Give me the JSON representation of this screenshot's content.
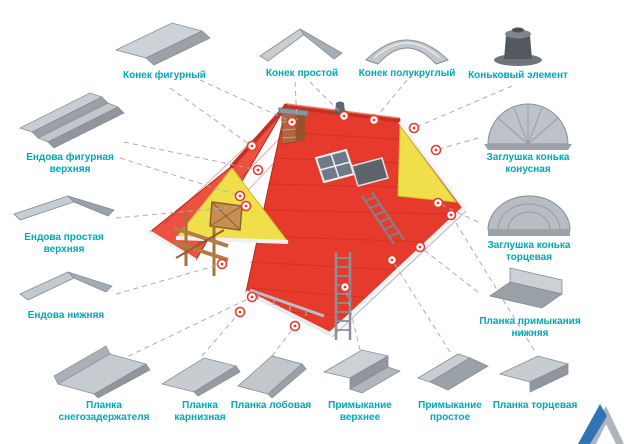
{
  "items": [
    {
      "id": "konek-figurny",
      "label": "Конек фигурный"
    },
    {
      "id": "konek-prostoy",
      "label": "Конек простой"
    },
    {
      "id": "konek-polukrugly",
      "label": "Конек полукруглый"
    },
    {
      "id": "konkovy-element",
      "label": "Коньковый элемент"
    },
    {
      "id": "endova-figurnaya-verhnyaya",
      "label": "Ендова фигурная верхняя"
    },
    {
      "id": "endova-prostaya-verhnyaya",
      "label": "Ендова простая верхняя"
    },
    {
      "id": "endova-nizhnyaya",
      "label": "Ендова нижняя"
    },
    {
      "id": "zaglushka-konka-konusnaya",
      "label": "Заглушка конька конусная"
    },
    {
      "id": "zaglushka-konka-tortsevaya",
      "label": "Заглушка конька торцевая"
    },
    {
      "id": "planka-primykaniya-nizhnyaya",
      "label": "Планка примыкания нижняя"
    },
    {
      "id": "planka-snegozaderzhatelya",
      "label": "Планка снегозадержателя"
    },
    {
      "id": "planka-karniznaya",
      "label": "Планка карнизная"
    },
    {
      "id": "planka-lobovaya",
      "label": "Планка лобовая"
    },
    {
      "id": "primykanie-verkhnee",
      "label": "Примыкание верхнее"
    },
    {
      "id": "primykanie-prostoe",
      "label": "Примыкание простое"
    },
    {
      "id": "planka-tortsevaya",
      "label": "Планка торцевая"
    }
  ],
  "colors": {
    "label_text": "#00A9B4",
    "roof_red": "#E63B2C",
    "gable_yellow": "#EFE04B",
    "metal_grey": "#C0C5CA",
    "marker_red": "#E23D2E",
    "logo_blue": "#2F74B5"
  }
}
